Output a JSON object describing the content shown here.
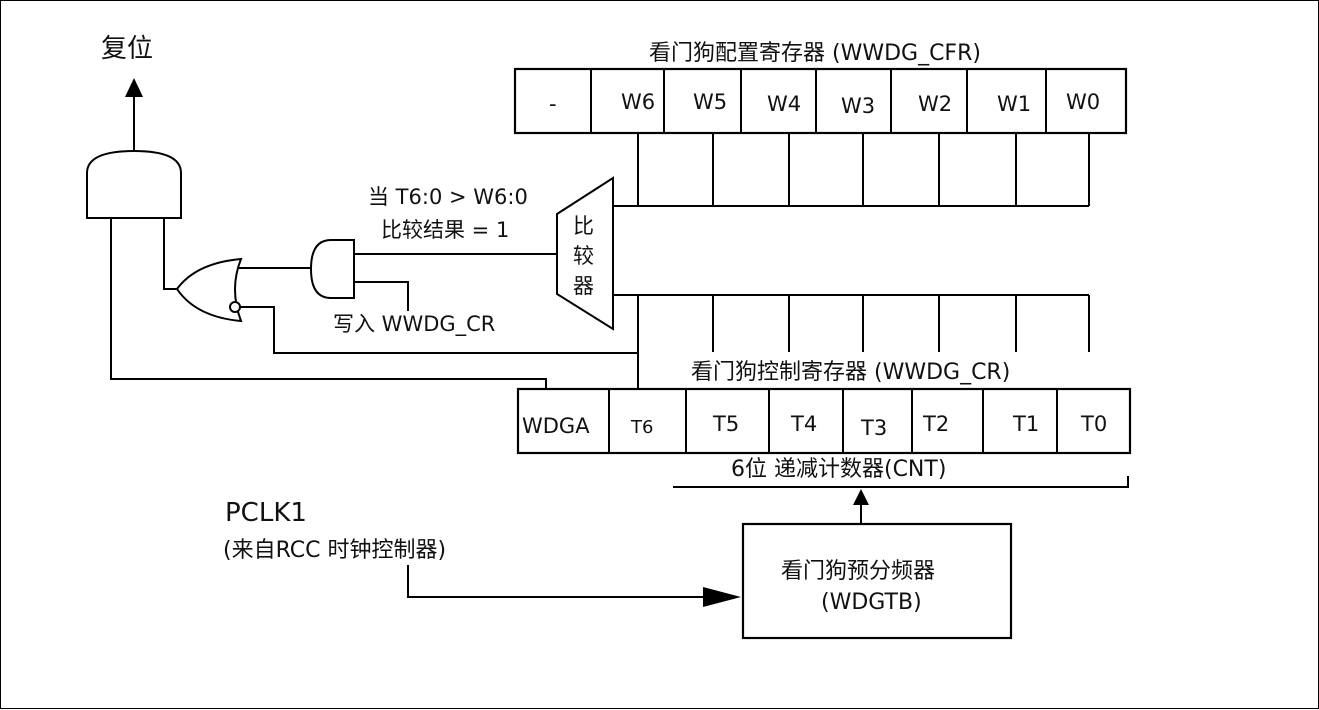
{
  "reset_label": "复位",
  "cfr_register": {
    "title": "看门狗配置寄存器 (WWDG_CFR)",
    "bits": [
      "-",
      "W6",
      "W5",
      "W4",
      "W3",
      "W2",
      "W1",
      "W0"
    ]
  },
  "cr_register": {
    "title": "看门狗控制寄存器 (WWDG_CR)",
    "bits": [
      "WDGA",
      "T6",
      "T5",
      "T4",
      "T3",
      "T2",
      "T1",
      "T0"
    ]
  },
  "comparator": {
    "label_chars": [
      "比",
      "较",
      "器"
    ],
    "condition_line1": "当 T6:0 > W6:0",
    "condition_line2": "比较结果 = 1"
  },
  "write_label": "写入 WWDG_CR",
  "counter_label": "6位 递减计数器(CNT)",
  "clock": {
    "name": "PCLK1",
    "source": "(来自RCC 时钟控制器)"
  },
  "prescaler": {
    "line1": "看门狗预分频器",
    "line2": "(WDGTB)"
  }
}
